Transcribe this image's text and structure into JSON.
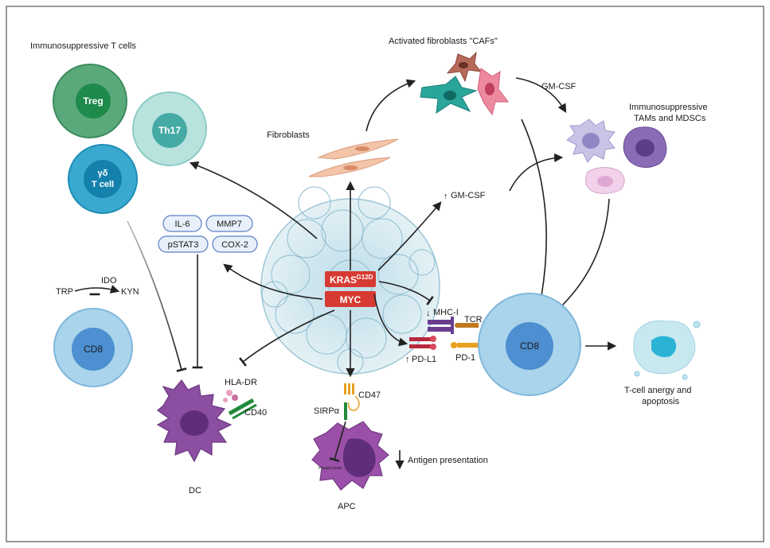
{
  "labels": {
    "immunosuppressive_t": "Immunosuppressive T cells",
    "treg": "Treg",
    "th17": "Th17",
    "gd_symbol": "γδ",
    "gd_tcell": "T cell",
    "trp": "TRP",
    "ido": "IDO",
    "kyn": "KYN",
    "cd8_left": "CD8",
    "il6": "IL-6",
    "mmp7": "MMP7",
    "pstat3": "pSTAT3",
    "cox2": "COX-2",
    "fibroblasts": "Fibroblasts",
    "activated_fibroblasts": "Activated fibroblasts \"CAFs\"",
    "gmcsf_top": "GM-CSF",
    "gmcsf_mid": "GM-CSF",
    "tams_line1": "Immunosuppressive",
    "tams_line2": "TAMs and MDSCs",
    "kras": "KRAS",
    "kras_sup": "G12D",
    "myc": "MYC",
    "mhc1": "MHC-I",
    "tcr": "TCR",
    "pdl1": "PD-L1",
    "pd1": "PD-1",
    "cd8_right": "CD8",
    "anergy_line1": "T-cell anergy and",
    "anergy_line2": "apoptosis",
    "hladr": "HLA-DR",
    "cd40": "CD40",
    "dc": "DC",
    "cd47": "CD47",
    "sirpa": "SIRPα",
    "phagocytosis": "Phagocytosis",
    "antigen_presentation": "Antigen presentation",
    "apc": "APC",
    "arrow_down": "↓",
    "arrow_up": "↑"
  },
  "colors": {
    "treg_outer": "#5aa97a",
    "treg_inner": "#1e8a4c",
    "th17_outer": "#a9dcd8",
    "th17_inner": "#46aaa4",
    "gd_outer": "#3aa9cf",
    "gd_inner": "#1481ad",
    "cd8_outer": "#a9d4ec",
    "cd8_inner": "#4d8fd0",
    "tumor": "#cfe6ee",
    "kras_box": "#d63a32",
    "dc": "#8b4ea0",
    "dc_nucleus": "#5f2d7a",
    "cytokine_box": "#e8f0fb",
    "cytokine_border": "#5b7fc4"
  }
}
